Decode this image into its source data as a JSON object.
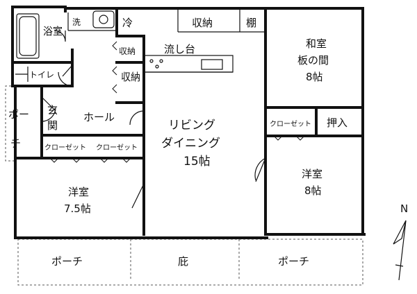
{
  "rooms": {
    "bath": "浴室",
    "wash": "洗",
    "fridge": "冷",
    "storage_top": "収納",
    "shelf": "棚",
    "storage_kitchen": "収納",
    "storage_hall": "収納",
    "sink": "流し台",
    "toilet": "トイレ",
    "japanese_line1": "和室",
    "japanese_line2": "板の間",
    "japanese_line3": "8帖",
    "porch_left_line1": "ポー",
    "porch_left_line2": "チ",
    "entrance_line1": "玄",
    "entrance_line2": "関",
    "hall": "ホール",
    "living_line1": "リビング",
    "living_line2": "ダイニング",
    "living_line3": "15帖",
    "closet_right": "クローゼット",
    "oshiire": "押入",
    "closet_left_1": "クローゼット",
    "closet_left_2": "クローゼット",
    "western_right_line1": "洋室",
    "western_right_line2": "8帖",
    "western_left_line1": "洋室",
    "western_left_line2": "7.5帖",
    "porch_bottom_left": "ポーチ",
    "eaves": "庇",
    "porch_bottom_right": "ポーチ"
  },
  "compass": {
    "label": "N"
  }
}
